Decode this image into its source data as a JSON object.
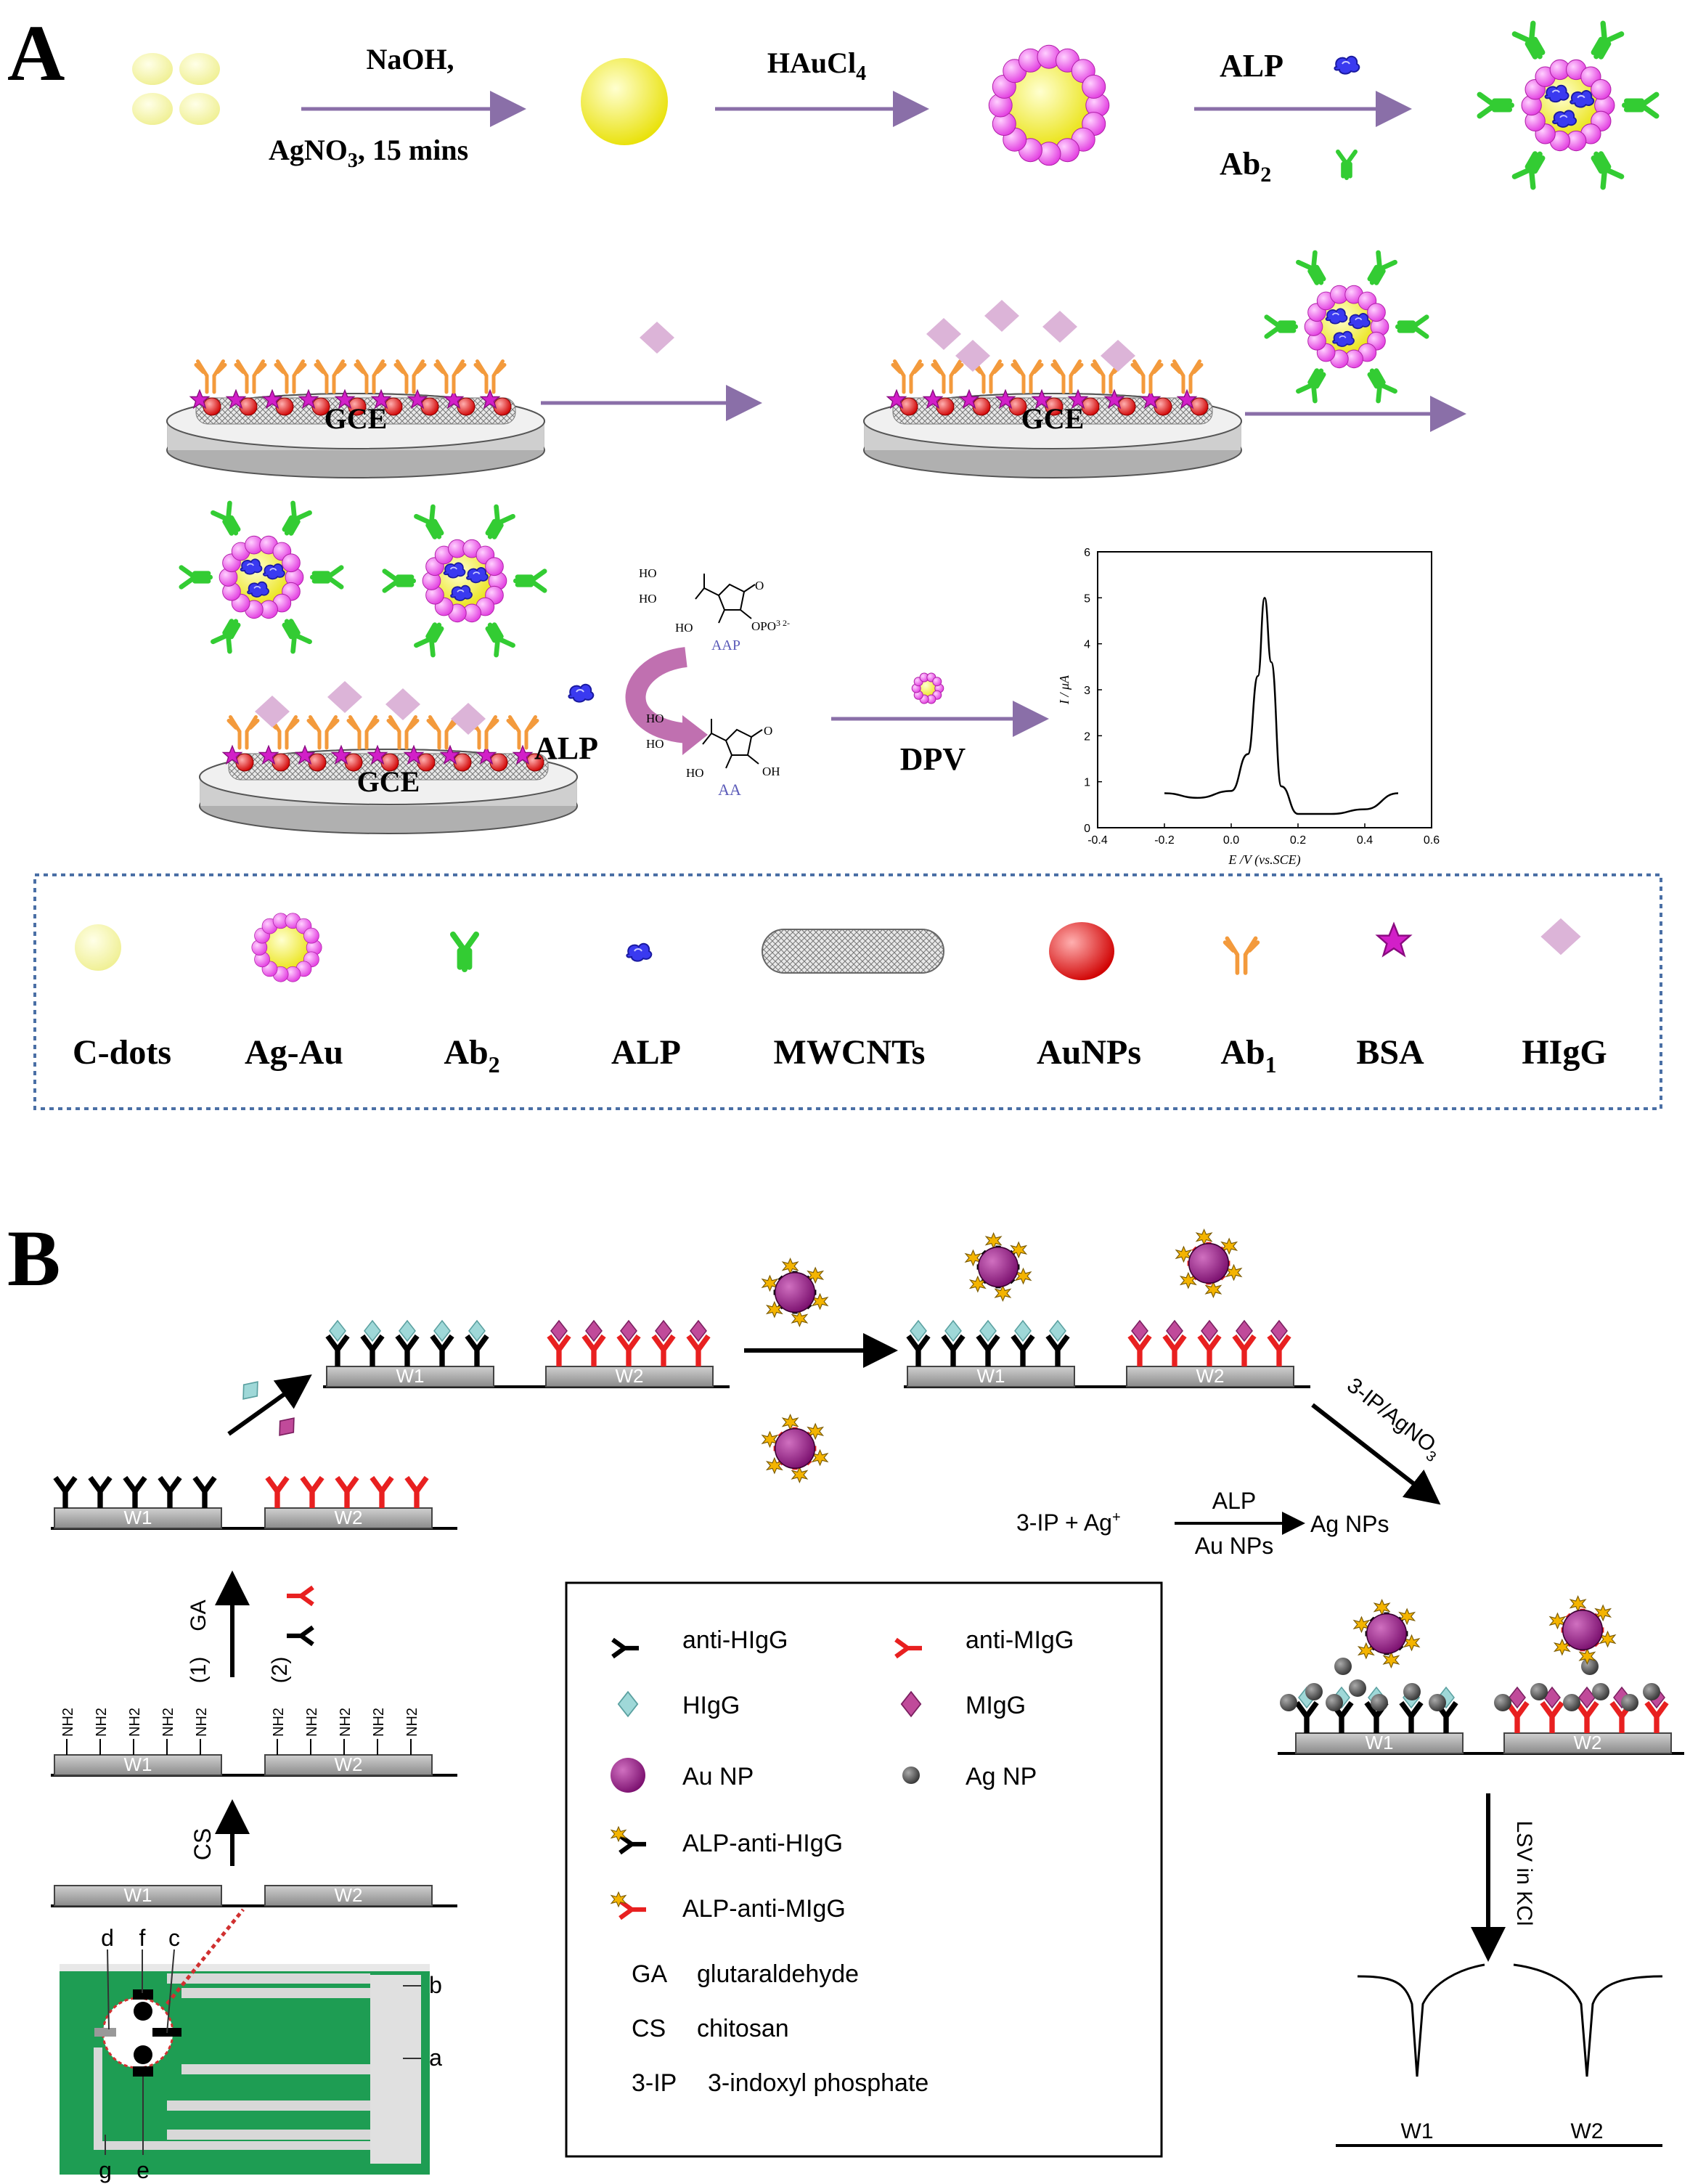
{
  "panelA": {
    "label": "A",
    "step1_top": "NaOH,",
    "step1_bottom_prefix": "AgNO",
    "step1_bottom_sub": "3",
    "step1_bottom_suffix": ", 15 mins",
    "step2_prefix": "HAuCl",
    "step2_sub": "4",
    "step3_top": "ALP",
    "step3_bottom": "Ab",
    "step3_bottom_sub": "2",
    "electrode": "GCE",
    "row3_alp": "ALP",
    "aap": "AAP",
    "aa": "AA",
    "dpv": "DPV",
    "mol_oh": "HO",
    "mol_oh2": "OH",
    "mol_o": "O",
    "mol_opo": "OPO",
    "mol_opo_sup": "3 2-",
    "chart_ylabel": "I / μA",
    "chart_xlabel": "E /V (vs.SCE)",
    "legend": [
      "C-dots",
      "Ag-Au",
      "Ab2",
      "ALP",
      "MWCNTs",
      "AuNPs",
      "Ab1",
      "BSA",
      "HIgG"
    ]
  },
  "chart_data": {
    "type": "line",
    "x": [
      -0.2,
      -0.1,
      0.0,
      0.05,
      0.08,
      0.1,
      0.12,
      0.15,
      0.2,
      0.3,
      0.4,
      0.5
    ],
    "y": [
      0.75,
      0.65,
      0.8,
      1.6,
      3.3,
      5.0,
      3.6,
      0.9,
      0.3,
      0.3,
      0.4,
      0.75
    ],
    "xlim": [
      -0.4,
      0.6
    ],
    "ylim": [
      0,
      6
    ],
    "xticks": [
      "-0.4",
      "-0.2",
      "0.0",
      "0.2",
      "0.4",
      "0.6"
    ],
    "yticks": [
      "0",
      "1",
      "2",
      "3",
      "4",
      "5",
      "6"
    ],
    "xlabel": "E /V (vs.SCE)",
    "ylabel": "I / μA"
  },
  "panelB": {
    "label": "B",
    "w1": "W1",
    "w2": "W2",
    "nh2": "NH2",
    "cs": "CS",
    "ga_step1": "(1)",
    "ga": "GA",
    "ga_step2": "(2)",
    "step_3ip": "3-IP/AgNO3",
    "reaction_left": "3-IP + Ag+",
    "reaction_top": "ALP",
    "reaction_bottom": "Au NPs",
    "reaction_right": "Ag NPs",
    "lsv": "LSV in KCl",
    "chip_labels": [
      "d",
      "f",
      "c",
      "b",
      "a",
      "g",
      "e"
    ],
    "legend": [
      {
        "left": "anti-HIgG",
        "right": "anti-MIgG"
      },
      {
        "left": "HIgG",
        "right": "MIgG"
      },
      {
        "left": "Au NP",
        "right": "Ag NP"
      },
      {
        "left": "ALP-anti-HIgG"
      },
      {
        "left": "ALP-anti-MIgG"
      }
    ],
    "abbrev": [
      {
        "key": "GA",
        "value": "glutaraldehyde"
      },
      {
        "key": "CS",
        "value": "chitosan"
      },
      {
        "key": "3-IP",
        "value": "3-indoxyl phosphate"
      }
    ]
  },
  "colors": {
    "arrow_purple": "#8a6fa8",
    "cdot_yellow": "#f5f59a",
    "agau_pink": "#e84be0",
    "ab2_green": "#33cc33",
    "ab1_orange": "#f39a3c",
    "bsa_magenta": "#d21fc8",
    "hlgg_pink": "#dcb4d8",
    "aunp_red": "#e00000",
    "anti_m_red": "#e82020",
    "higg_cyan": "#9fd8d8",
    "migg_purple": "#c04a9a",
    "chip_green": "#1e9d53"
  }
}
